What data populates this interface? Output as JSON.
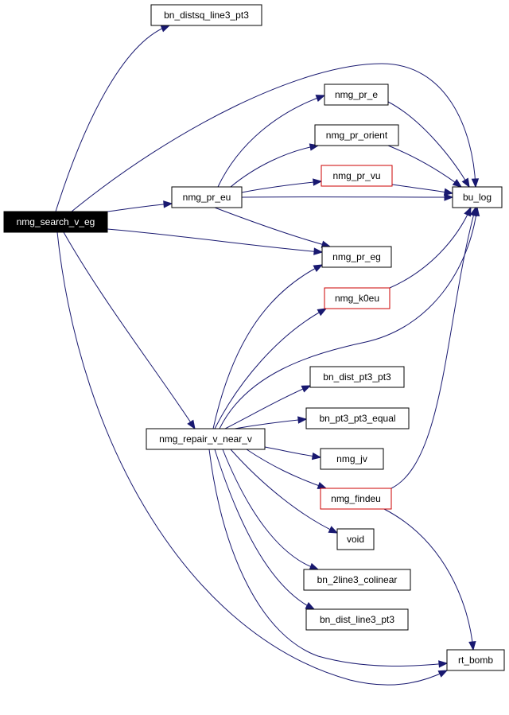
{
  "colors": {
    "edge": "#191970",
    "link_border": "#cc0000",
    "root_fill": "#000000",
    "root_text": "#ffffff"
  },
  "nodes": [
    {
      "id": "nmg_search_v_eg",
      "label": "nmg_search_v_eg",
      "style": "root"
    },
    {
      "id": "bn_distsq_line3_pt3",
      "label": "bn_distsq_line3_pt3",
      "style": "normal"
    },
    {
      "id": "nmg_pr_e",
      "label": "nmg_pr_e",
      "style": "normal"
    },
    {
      "id": "nmg_pr_orient",
      "label": "nmg_pr_orient",
      "style": "normal"
    },
    {
      "id": "nmg_pr_vu",
      "label": "nmg_pr_vu",
      "style": "red"
    },
    {
      "id": "nmg_pr_eu",
      "label": "nmg_pr_eu",
      "style": "normal"
    },
    {
      "id": "bu_log",
      "label": "bu_log",
      "style": "normal"
    },
    {
      "id": "nmg_pr_eg",
      "label": "nmg_pr_eg",
      "style": "normal"
    },
    {
      "id": "nmg_k0eu",
      "label": "nmg_k0eu",
      "style": "red"
    },
    {
      "id": "bn_dist_pt3_pt3",
      "label": "bn_dist_pt3_pt3",
      "style": "normal"
    },
    {
      "id": "bn_pt3_pt3_equal",
      "label": "bn_pt3_pt3_equal",
      "style": "normal"
    },
    {
      "id": "nmg_repair_v_near_v",
      "label": "nmg_repair_v_near_v",
      "style": "normal"
    },
    {
      "id": "nmg_jv",
      "label": "nmg_jv",
      "style": "normal"
    },
    {
      "id": "nmg_findeu",
      "label": "nmg_findeu",
      "style": "red"
    },
    {
      "id": "void",
      "label": "void",
      "style": "normal"
    },
    {
      "id": "bn_2line3_colinear",
      "label": "bn_2line3_colinear",
      "style": "normal"
    },
    {
      "id": "bn_dist_line3_pt3",
      "label": "bn_dist_line3_pt3",
      "style": "normal"
    },
    {
      "id": "rt_bomb",
      "label": "rt_bomb",
      "style": "normal"
    }
  ],
  "edges": [
    {
      "from": "nmg_search_v_eg",
      "to": "bn_distsq_line3_pt3"
    },
    {
      "from": "nmg_search_v_eg",
      "to": "bu_log"
    },
    {
      "from": "nmg_search_v_eg",
      "to": "nmg_pr_eu"
    },
    {
      "from": "nmg_search_v_eg",
      "to": "nmg_pr_eg"
    },
    {
      "from": "nmg_search_v_eg",
      "to": "nmg_repair_v_near_v"
    },
    {
      "from": "nmg_search_v_eg",
      "to": "rt_bomb"
    },
    {
      "from": "nmg_pr_eu",
      "to": "nmg_pr_e"
    },
    {
      "from": "nmg_pr_eu",
      "to": "nmg_pr_orient"
    },
    {
      "from": "nmg_pr_eu",
      "to": "nmg_pr_vu"
    },
    {
      "from": "nmg_pr_eu",
      "to": "bu_log"
    },
    {
      "from": "nmg_pr_eu",
      "to": "nmg_pr_eg"
    },
    {
      "from": "nmg_pr_e",
      "to": "bu_log"
    },
    {
      "from": "nmg_pr_orient",
      "to": "bu_log"
    },
    {
      "from": "nmg_pr_vu",
      "to": "bu_log"
    },
    {
      "from": "nmg_k0eu",
      "to": "bu_log"
    },
    {
      "from": "nmg_findeu",
      "to": "bu_log"
    },
    {
      "from": "nmg_findeu",
      "to": "rt_bomb"
    },
    {
      "from": "nmg_repair_v_near_v",
      "to": "nmg_pr_eg"
    },
    {
      "from": "nmg_repair_v_near_v",
      "to": "nmg_k0eu"
    },
    {
      "from": "nmg_repair_v_near_v",
      "to": "bu_log"
    },
    {
      "from": "nmg_repair_v_near_v",
      "to": "bn_dist_pt3_pt3"
    },
    {
      "from": "nmg_repair_v_near_v",
      "to": "bn_pt3_pt3_equal"
    },
    {
      "from": "nmg_repair_v_near_v",
      "to": "nmg_jv"
    },
    {
      "from": "nmg_repair_v_near_v",
      "to": "nmg_findeu"
    },
    {
      "from": "nmg_repair_v_near_v",
      "to": "void"
    },
    {
      "from": "nmg_repair_v_near_v",
      "to": "bn_2line3_colinear"
    },
    {
      "from": "nmg_repair_v_near_v",
      "to": "bn_dist_line3_pt3"
    },
    {
      "from": "nmg_repair_v_near_v",
      "to": "rt_bomb"
    }
  ]
}
